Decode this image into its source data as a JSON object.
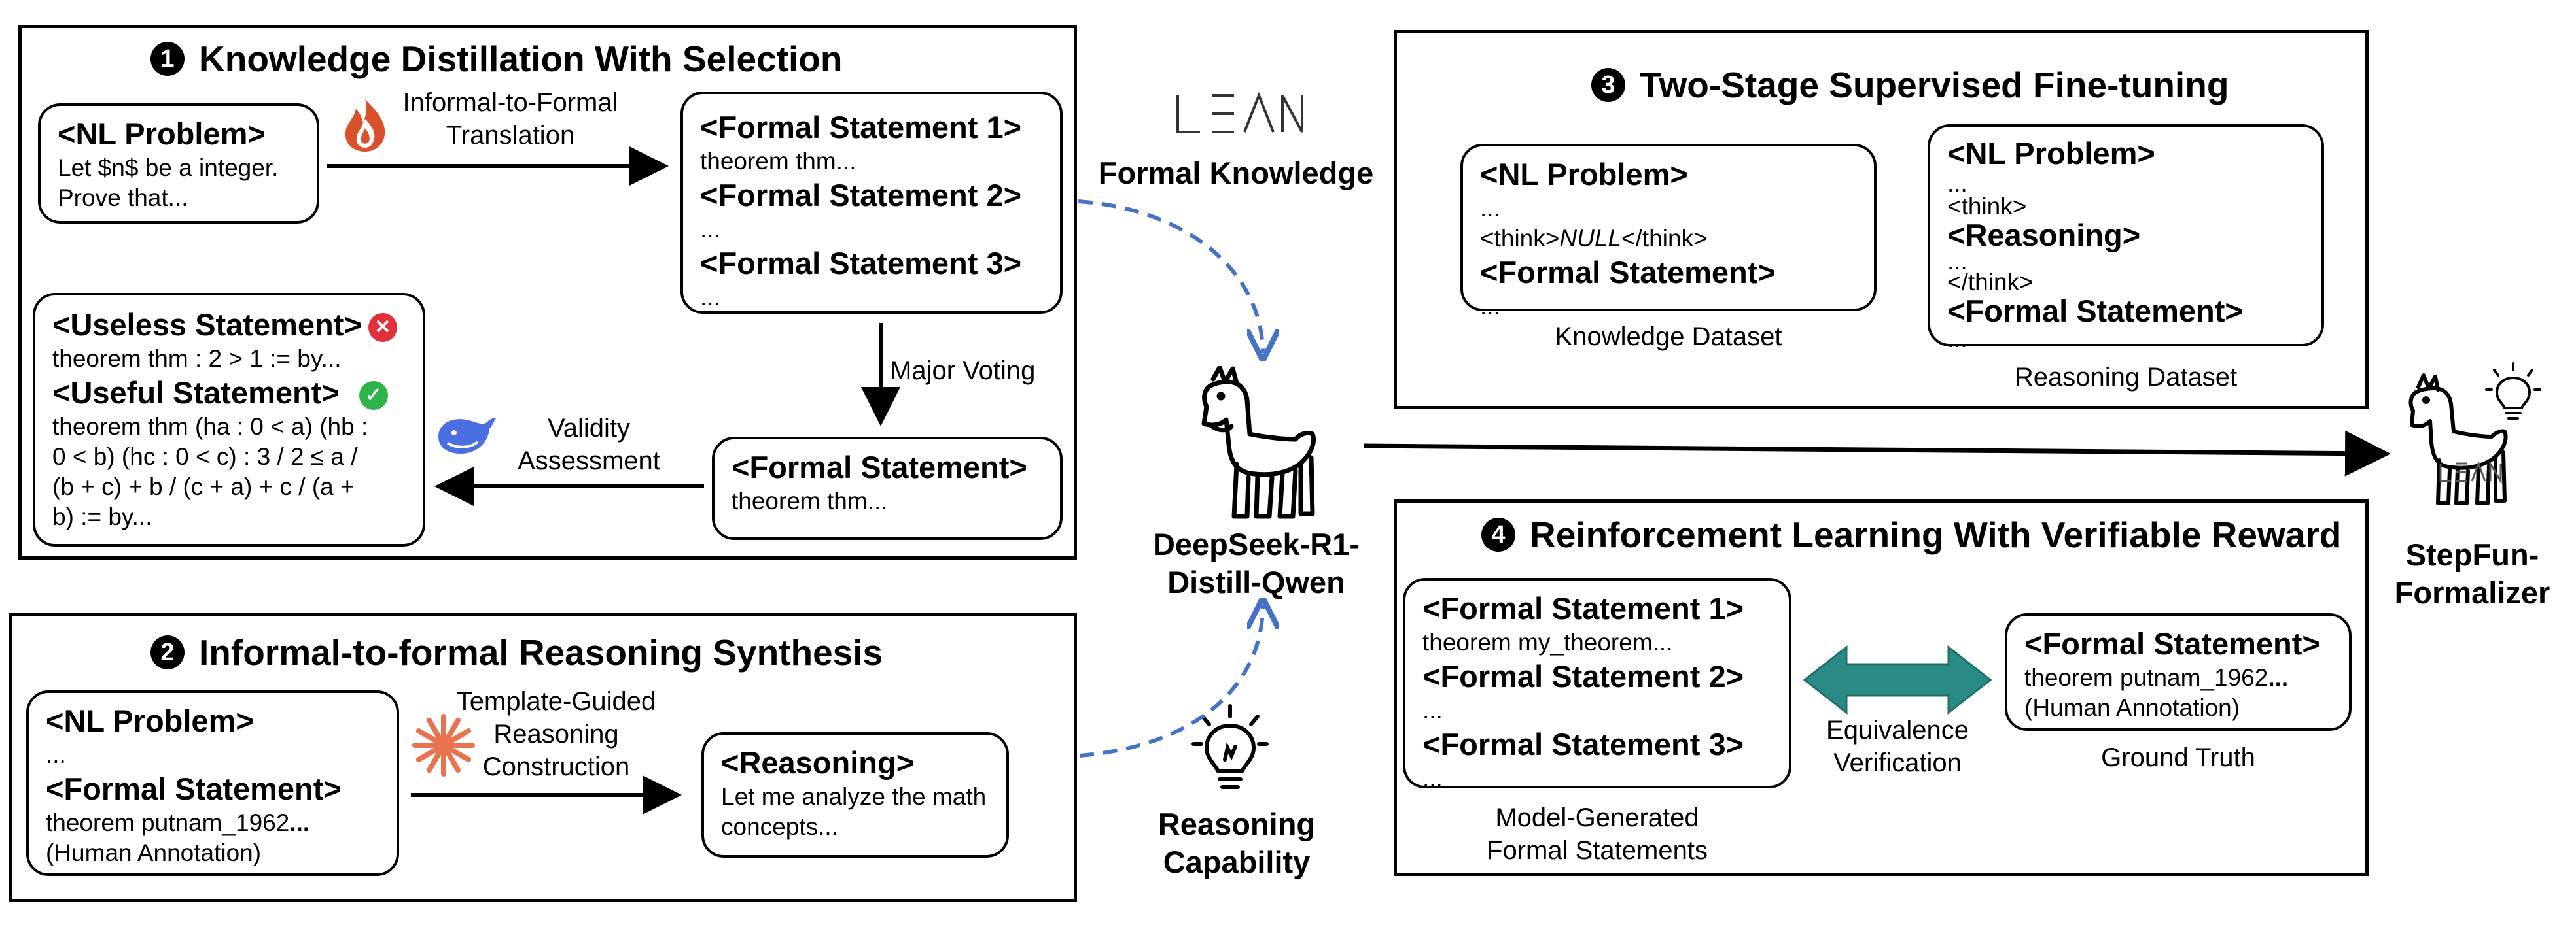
{
  "colors": {
    "dashed_arrow": "#4472c4",
    "teal": "#2a8a86",
    "red_badge": "#e0303b",
    "green_badge": "#2db34a",
    "spark": "#e8734f",
    "fire": "#d8512a",
    "whale": "#4b6fe0"
  },
  "icons": [
    "lean-logo",
    "llama-icon",
    "lightbulb-icon",
    "fire-icon",
    "whale-icon",
    "sparkle-icon"
  ],
  "panel1": {
    "num": "1",
    "title": "Knowledge Distillation With Selection",
    "nl_box": {
      "head": "<NL Problem>",
      "line1": "Let $n$ be a integer.",
      "line2": "Prove that..."
    },
    "translate_label": {
      "l1": "Informal-to-Formal",
      "l2": "Translation"
    },
    "formal_box": {
      "h1": "<Formal Statement 1>",
      "t1": "theorem thm...",
      "h2": "<Formal Statement 2>",
      "t2": "...",
      "h3": "<Formal Statement 3>",
      "t3": "..."
    },
    "voting_label": "Major Voting",
    "selected_box": {
      "head": "<Formal Statement>",
      "text": "theorem thm..."
    },
    "validity_label": {
      "l1": "Validity",
      "l2": "Assessment"
    },
    "result_box": {
      "useless_head": "<Useless Statement>",
      "useless_text": "theorem thm : 2 > 1 := by...",
      "useful_head": "<Useful Statement>",
      "u1": "theorem thm (ha : 0 < a) (hb :",
      "u2": "0 < b) (hc : 0 < c) :   3 / 2 ≤ a /",
      "u3": "(b + c) + b / (c + a) + c / (a +",
      "u4": "b) := by...",
      "bad_mark": "✕",
      "good_mark": "✓"
    }
  },
  "panel2": {
    "num": "2",
    "title": "Informal-to-formal Reasoning Synthesis",
    "nl_box": {
      "h1": "<NL Problem>",
      "t1": "...",
      "h2": "<Formal Statement>",
      "t2a": "theorem putnam_1962",
      "t2b": "...",
      "t3": "(Human Annotation)"
    },
    "template_label": {
      "l1": "Template-Guided",
      "l2": "Reasoning",
      "l3": "Construction"
    },
    "reason_box": {
      "head": "<Reasoning>",
      "l1": "Let me analyze the math",
      "l2": "concepts..."
    }
  },
  "center": {
    "formal_knowledge": "Formal Knowledge",
    "reasoning_l1": "Reasoning",
    "reasoning_l2": "Capability",
    "model_l1": "DeepSeek-R1-",
    "model_l2": "Distill-Qwen",
    "lean_text": "LEAN"
  },
  "panel3": {
    "num": "3",
    "title": "Two-Stage Supervised Fine-tuning",
    "k_box": {
      "head": "<NL Problem>",
      "t1": "...",
      "think_open": "<think>",
      "null": "NULL",
      "think_close": "</think>",
      "head2": "<Formal Statement>",
      "t2": "..."
    },
    "k_label": "Knowledge Dataset",
    "r_box": {
      "head": "<NL Problem>",
      "t1": "...",
      "think_open": "<think>",
      "head2": "<Reasoning>",
      "t2": "...",
      "think_close": "</think>",
      "head3": "<Formal Statement>",
      "t3": "..."
    },
    "r_label": "Reasoning Dataset"
  },
  "panel4": {
    "num": "4",
    "title": "Reinforcement Learning With Verifiable Reward",
    "gen_box": {
      "h1": "<Formal Statement 1>",
      "t1": "theorem my_theorem...",
      "h2": "<Formal Statement 2>",
      "t2": "...",
      "h3": "<Formal Statement 3>",
      "t3": "..."
    },
    "gen_label": {
      "l1": "Model-Generated",
      "l2": "Formal Statements"
    },
    "eq_label": {
      "l1": "Equivalence",
      "l2": "Verification"
    },
    "gt_box": {
      "head": "<Formal Statement>",
      "t1a": "theorem putnam_1962",
      "t1b": "...",
      "t2": "(Human Annotation)"
    },
    "gt_label": "Ground Truth"
  },
  "output": {
    "l1": "StepFun-",
    "l2": "Formalizer"
  }
}
